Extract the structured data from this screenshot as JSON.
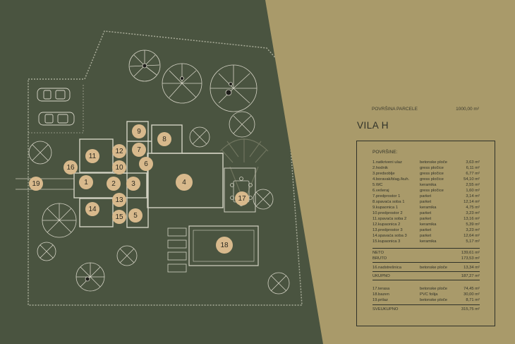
{
  "parcel": {
    "label": "POVRŠINA PARCELE",
    "value": "1000,00 m²"
  },
  "title": "VILA H",
  "table": {
    "header": "POVRŠINE:",
    "rooms": [
      {
        "name": "1.natkriveni ulaz",
        "material": "betonske ploče",
        "area": "3,63 m²"
      },
      {
        "name": "2.hodnik",
        "material": "gress pločice",
        "area": "6,11 m²"
      },
      {
        "name": "3.predsoblje",
        "material": "gress pločice",
        "area": "6,77 m²"
      },
      {
        "name": "4.boravak/blag./kuh.",
        "material": "gress pločice",
        "area": "54,10 m²"
      },
      {
        "name": "5.WC",
        "material": "keramika",
        "area": "2,55 m²"
      },
      {
        "name": "6.vešeraj",
        "material": "gress pločice",
        "area": "1,60 m²"
      },
      {
        "name": "7.predprostor 1",
        "material": "parket",
        "area": "3,14 m²"
      },
      {
        "name": "8.spavaća soba 1",
        "material": "parket",
        "area": "12,14 m²"
      },
      {
        "name": "9.kupaonica 1",
        "material": "keramika",
        "area": "4,75 m²"
      },
      {
        "name": "10.predprostor 2",
        "material": "parket",
        "area": "3,23 m²"
      },
      {
        "name": "11.spavaća soba 2",
        "material": "parket",
        "area": "13,16 m²"
      },
      {
        "name": "12.kupaonica 2",
        "material": "keramika",
        "area": "5,39 m²"
      },
      {
        "name": "13.predprostor 3",
        "material": "parket",
        "area": "3,23 m²"
      },
      {
        "name": "14.spavaća soba 3",
        "material": "parket",
        "area": "12,64 m²"
      },
      {
        "name": "15.kupaonica 3",
        "material": "keramika",
        "area": "5,17 m²"
      }
    ],
    "neto": {
      "label": "NETO",
      "value": "139,61 m²"
    },
    "bruto": {
      "label": "BRUTO",
      "value": "173,53 m²"
    },
    "roof": {
      "name": "16.nadstrešnica",
      "material": "betonske ploče",
      "area": "13,34 m²"
    },
    "ukupno": {
      "label": "UKUPNO",
      "value": "187,27 m²"
    },
    "outdoor": [
      {
        "name": "17.terasa",
        "material": "betonske ploče",
        "area": "74,45 m²"
      },
      {
        "name": "18.bazen",
        "material": "PVC folija",
        "area": "30,00 m²"
      },
      {
        "name": "19.prilaz",
        "material": "betonske ploče",
        "area": "8,71 m²"
      }
    ],
    "sveukupno": {
      "label": "SVEUKUPNO",
      "value": "315,75 m²"
    }
  },
  "plan_labels": [
    "1",
    "2",
    "3",
    "4",
    "5",
    "6",
    "7",
    "8",
    "9",
    "10",
    "11",
    "12",
    "13",
    "14",
    "15",
    "16",
    "17",
    "18",
    "19"
  ],
  "colors": {
    "background": "#4a5440",
    "panel": "#a99a6a",
    "marker": "#d8b98c",
    "line": "#c9c8b8"
  }
}
